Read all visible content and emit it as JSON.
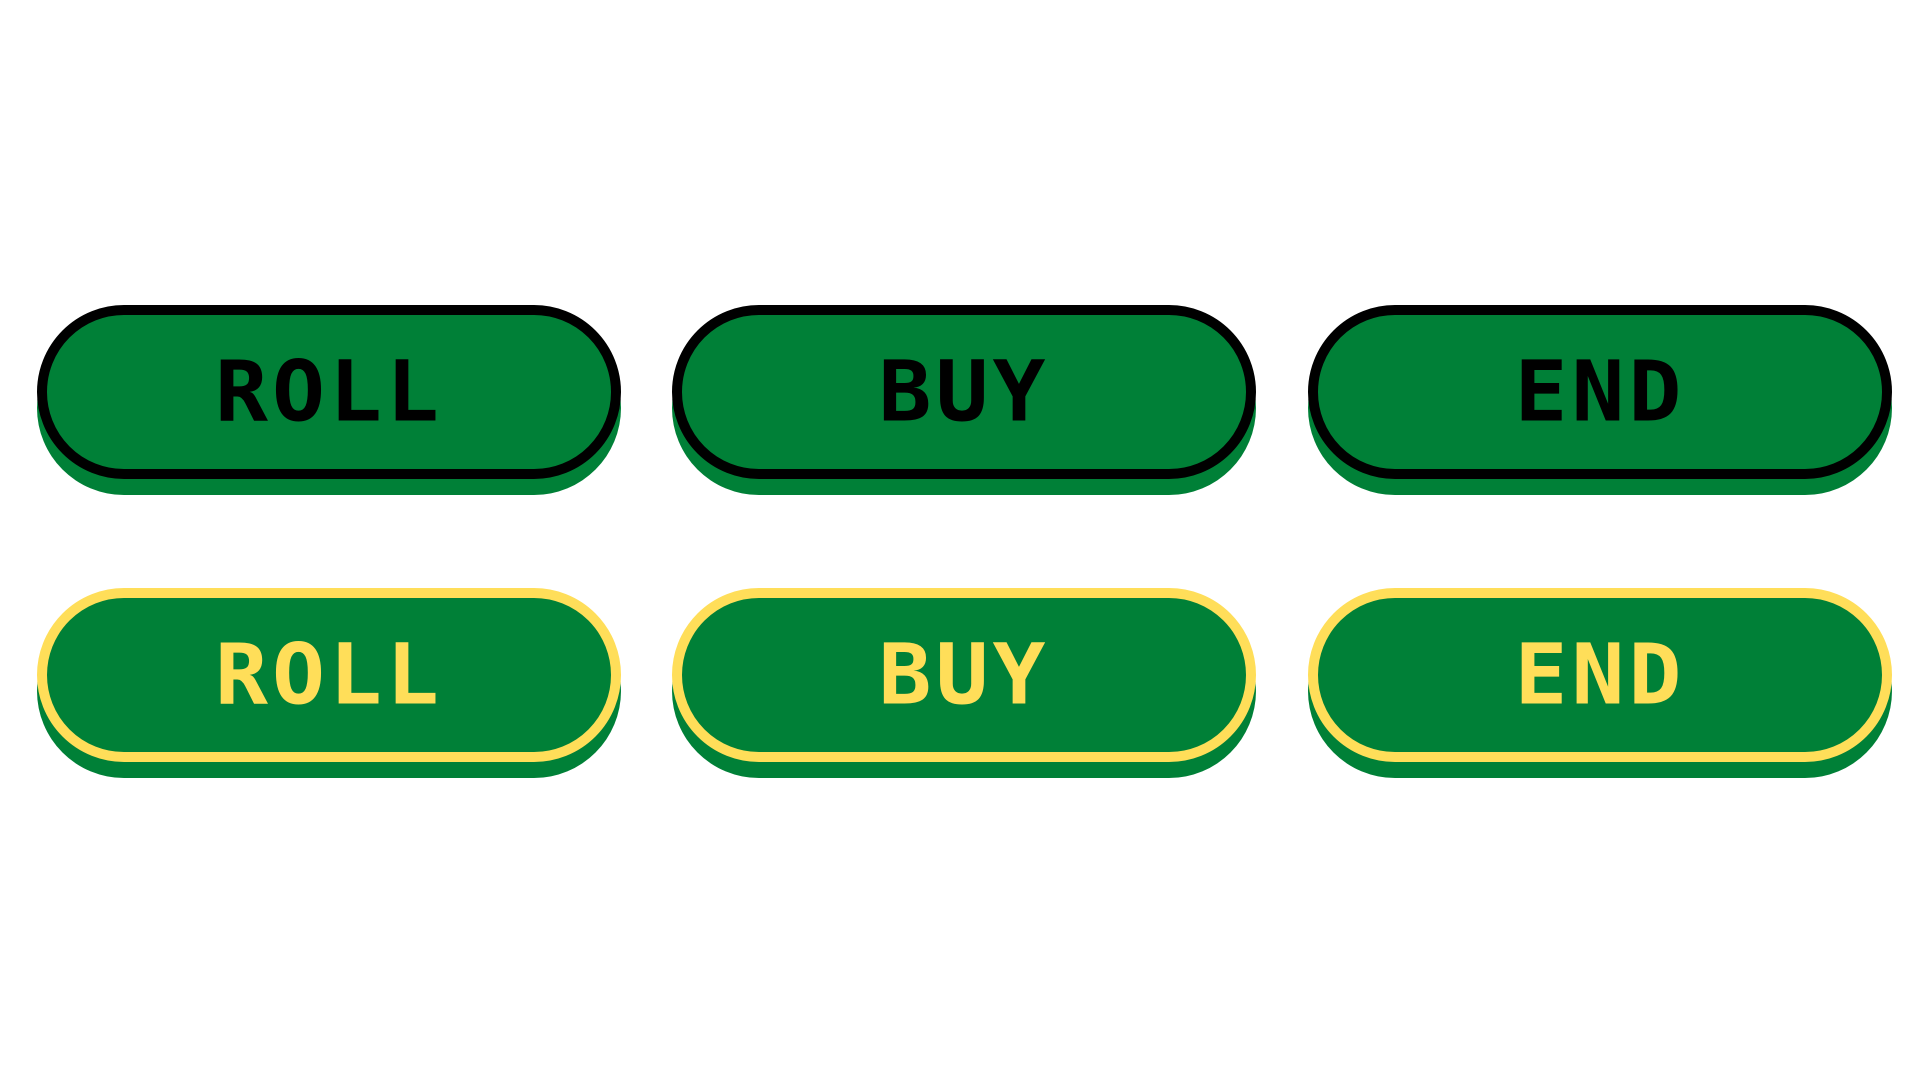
{
  "colors": {
    "button_fill": "#008037",
    "normal_border": "#000000",
    "normal_text": "#000000",
    "highlight_border": "#FFDE59",
    "highlight_text": "#FFDE59",
    "shadow": "#008037",
    "background": "#FFFFFF"
  },
  "rows": {
    "normal": {
      "roll": "ROLL",
      "buy": "BUY",
      "end": "END"
    },
    "highlight": {
      "roll": "ROLL",
      "buy": "BUY",
      "end": "END"
    }
  }
}
